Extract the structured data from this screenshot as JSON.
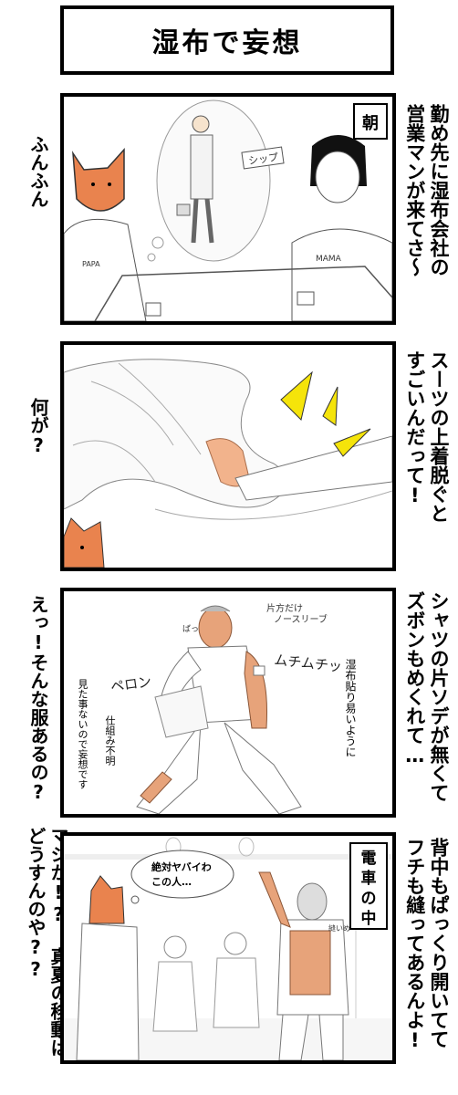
{
  "title": "湿布で妄想",
  "panels": [
    {
      "left_text": "ふんふん",
      "right_text": "勤め先に湿布会社の\n営業マンが来てさ〜",
      "label": "朝",
      "sign": "シップ",
      "papa_shirt": "PAPA",
      "mama_shirt": "MAMA"
    },
    {
      "left_text": "何が?",
      "right_text": "スーツの上着脱ぐと\nすごいんだって!"
    },
    {
      "left_text": "えっ!そんな服あるの?",
      "right_text": "シャツの片ソデが無くて\nズボンもめくれて…",
      "note_top": "片方だけ\nノースリーブ",
      "sfx_peron": "ペロン",
      "sfx_muchimuchi": "ムチムチッ",
      "sfx_ba": "ばっ",
      "note_shippu": "湿布貼り易いように",
      "note_mifumei": "仕組み不明",
      "note_mita": "見た事ないので妄想です"
    },
    {
      "left_text": "マジか!? 真夏の移動は\nどうすんのや??",
      "right_text": "背中もぱっくり開いてて\nフチも縫ってあるんよ!",
      "label": "電車の中",
      "bubble_line1": "絶対ヤバイわ",
      "bubble_line2": "この人…",
      "note_nui": "縫いめ"
    }
  ]
}
